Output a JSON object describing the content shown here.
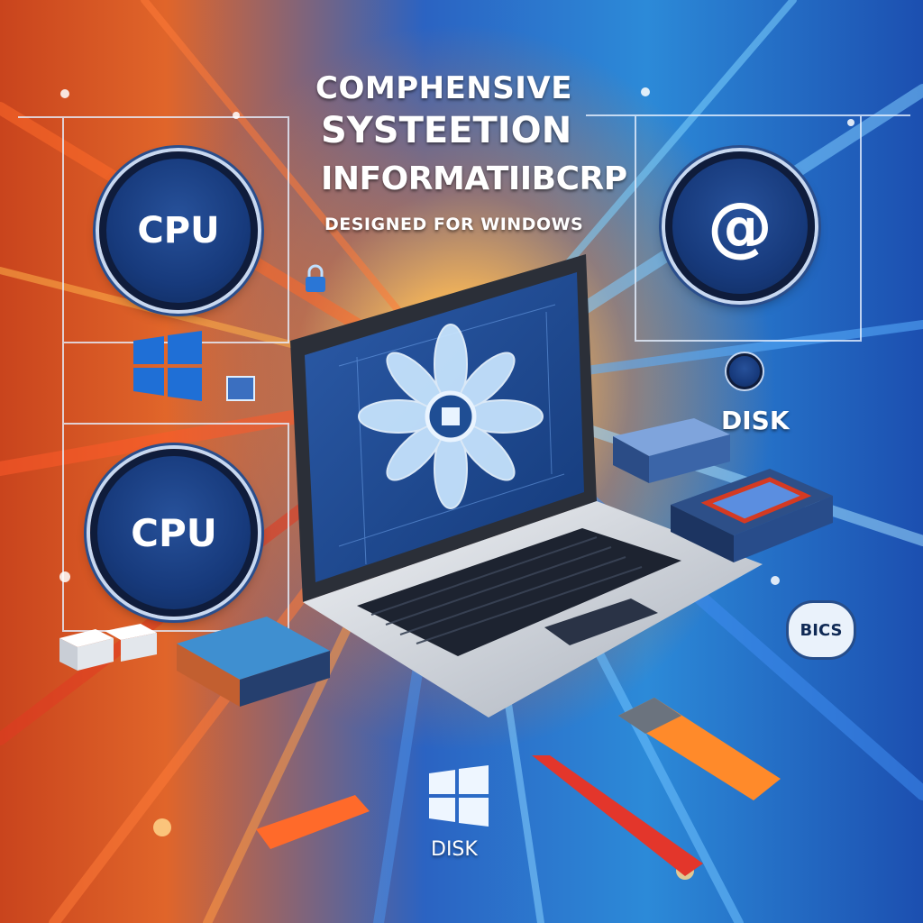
{
  "title": {
    "line1": "COMPHENSIVE",
    "line2": "SYSTEETION",
    "line3": "INFORMATIIBCRP",
    "subtitle": "DESIGNED FOR WINDOWS"
  },
  "badges": {
    "cpu_top": "CPU",
    "cpu_bottom": "CPU",
    "at_symbol": "@",
    "disk_right": "DISK",
    "bics": "BICS",
    "disk_bottom": "DISK"
  },
  "icons": {
    "windows_logo_left": "windows-logo-icon",
    "windows_logo_bottom": "windows-logo-icon",
    "lock": "lock-icon",
    "fan": "fan-icon",
    "laptop": "laptop-icon"
  },
  "colors": {
    "orange_ray": "#e8562a",
    "blue_ray": "#2a78d8",
    "badge_dark": "#173a7c",
    "windows_blue": "#1f6fd6"
  }
}
